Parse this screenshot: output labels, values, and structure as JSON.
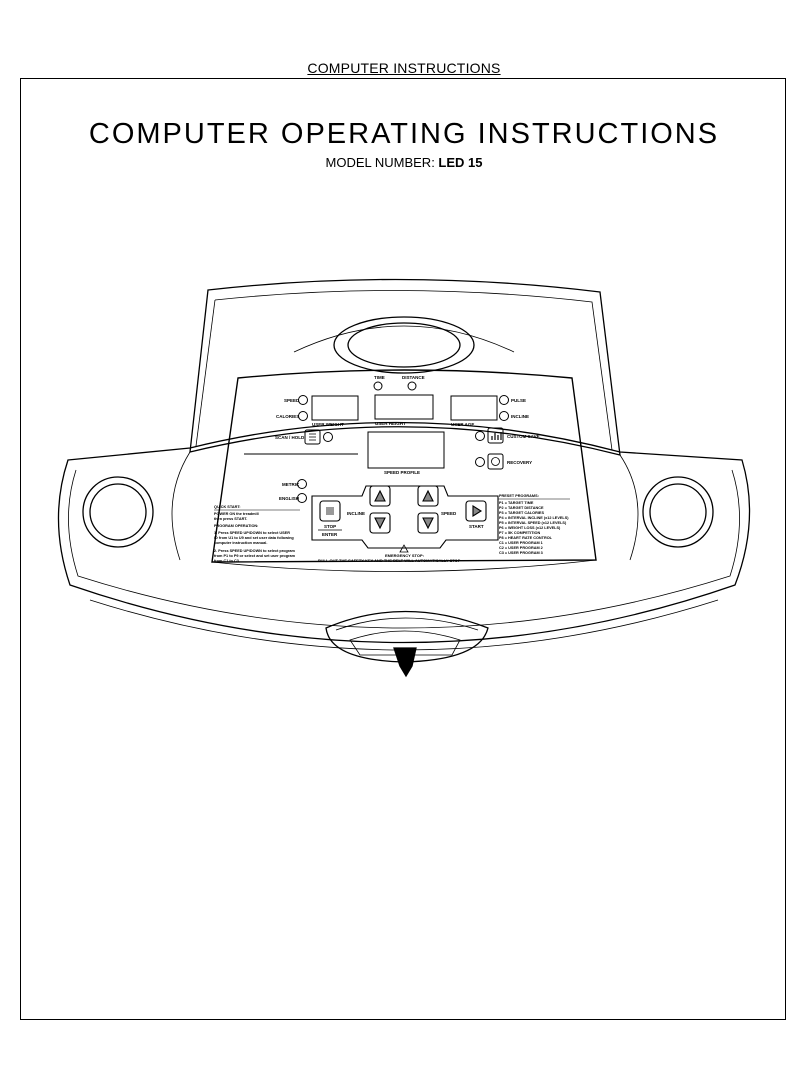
{
  "header": {
    "label": "COMPUTER INSTRUCTIONS"
  },
  "document": {
    "title": "COMPUTER OPERATING INSTRUCTIONS",
    "model_prefix": "MODEL NUMBER: ",
    "model_value": "LED 15"
  },
  "console": {
    "display_labels": {
      "time": "TIME",
      "distance": "DISTANCE",
      "speed": "SPEED",
      "calories": "CALORIES",
      "user_weight": "USER WEIGHT",
      "user_height": "USER HEIGHT",
      "pulse": "PULSE",
      "incline": "INCLINE",
      "user_age": "USER AGE",
      "scan_hold": "SCAN / HOLD",
      "custom_save": "CUSTOM SAVE",
      "recovery": "RECOVERY",
      "speed_profile": "SPEED PROFILE",
      "metric": "METRIC",
      "english": "ENGLISH"
    },
    "buttons": {
      "stop": "STOP",
      "enter": "ENTER",
      "incline": "INCLINE",
      "speed": "SPEED",
      "start": "START"
    },
    "quick_start": {
      "heading": "QUICK START:",
      "lines": [
        "POWER ON the treadmill",
        "then press START."
      ]
    },
    "program_operation": {
      "heading": "PROGRAM OPERATION:",
      "lines": [
        "1. Press SPEED UP/DOWN to select USER",
        "ID from U1 to U9 and set user data following",
        "computer instruction manual.",
        "",
        "2. Press SPEED UP/DOWN to select program",
        "from P1 to P9 or select and set user program",
        "from C1 to C3."
      ]
    },
    "preset_programs": {
      "heading": "PRESET PROGRAMS:",
      "items": [
        "P1 = TARGET TIME",
        "P2 = TARGET DISTANCE",
        "P3 = TARGET CALORIES",
        "P4 = INTERVAL INCLINE (x12 LEVELS)",
        "P5 = INTERVAL SPEED (x12 LEVELS)",
        "P6 = WEIGHT LOSS (x12 LEVELS)",
        "P7 = 5K COMPETITION",
        "P8 = HEART RATE CONTROL",
        "C1 = USER PROGRAM 1",
        "C2 = USER PROGRAM 2",
        "C3 = USER PROGRAM 3"
      ]
    },
    "emergency": {
      "heading": "EMERGENCY STOP:",
      "text": "PULL OUT THE SAFETY KEY AND THE BELT WILL AUTOMATICALLY STOP"
    }
  }
}
